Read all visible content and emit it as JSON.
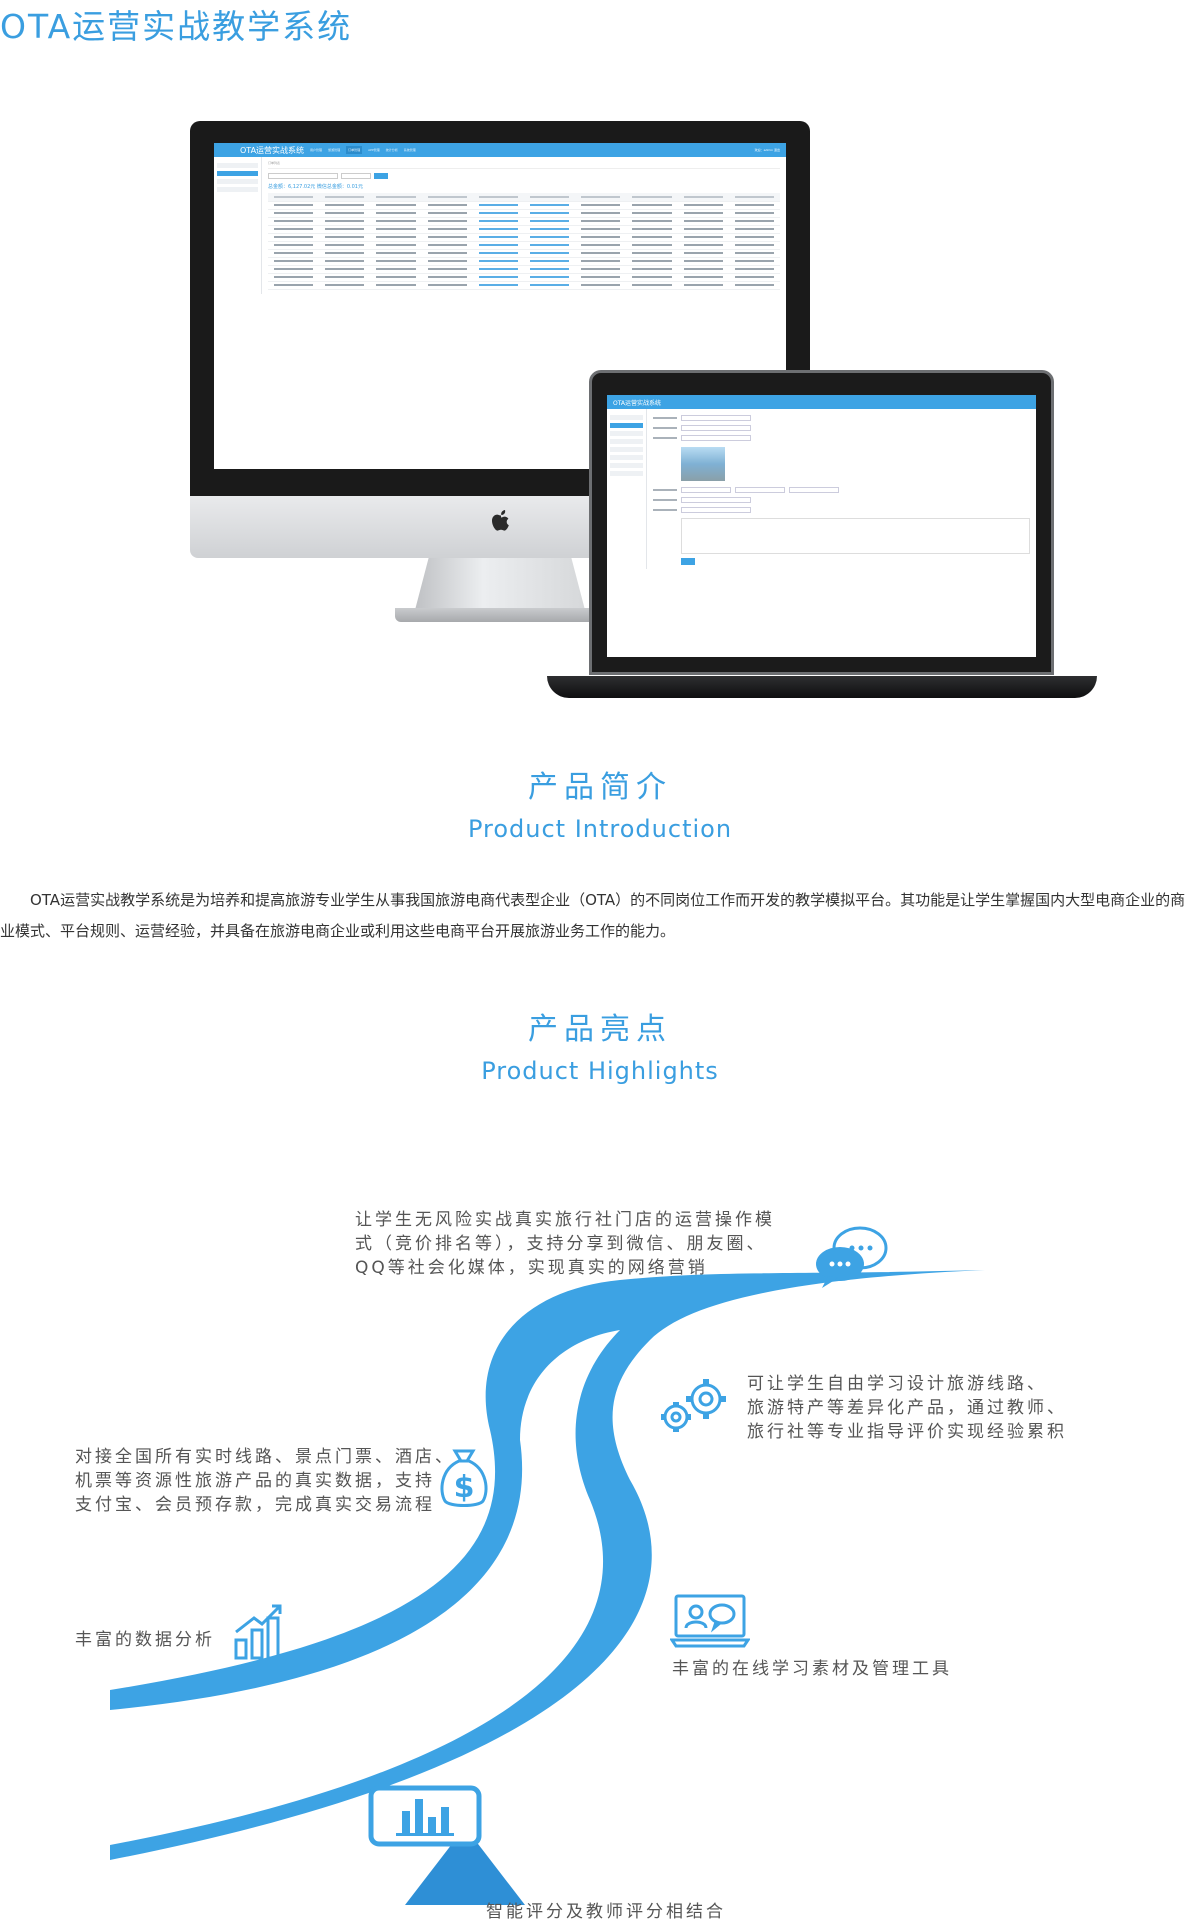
{
  "page": {
    "title": "OTA运营实战教学系统"
  },
  "imac_app": {
    "brand": "OTA运营实战系统",
    "nav": [
      "用户管理",
      "旅游管理",
      "订单管理",
      "APP管理",
      "统计分析",
      "系统管理"
    ],
    "user": "欢迎：admin 退出",
    "crumb": "订单列表",
    "amount": "总金额：6,127.02元 微信总金额：0.01元",
    "sidebar": [
      "订单管理",
      "订单列表",
      "退款管理"
    ]
  },
  "laptop_app": {
    "brand": "OTA运营实战系统",
    "submit": "提交"
  },
  "intro": {
    "title": "产品简介",
    "subtitle": "Product Introduction",
    "text": "OTA运营实战教学系统是为培养和提高旅游专业学生从事我国旅游电商代表型企业（OTA）的不同岗位工作而开发的教学模拟平台。其功能是让学生掌握国内大型电商企业的商业模式、平台规则、运营经验，并具备在旅游电商企业或利用这些电商平台开展旅游业务工作的能力。"
  },
  "highlights": {
    "title": "产品亮点",
    "subtitle": "Product Highlights",
    "items": [
      {
        "lines": [
          "让学生无风险实战真实旅行社门店的运营操作模",
          "式（竞价排名等），支持分享到微信、朋友圈、",
          "QQ等社会化媒体，实现真实的网络营销"
        ],
        "icon": "chat-bubbles-icon"
      },
      {
        "lines": [
          "可让学生自由学习设计旅游线路、",
          "旅游特产等差异化产品，通过教师、",
          "旅行社等专业指导评价实现经验累积"
        ],
        "icon": "gears-icon"
      },
      {
        "lines": [
          "对接全国所有实时线路、景点门票、酒店、",
          "机票等资源性旅游产品的真实数据，支持",
          "支付宝、会员预存款，完成真实交易流程"
        ],
        "icon": "money-bag-icon"
      },
      {
        "lines": [
          "丰富的数据分析"
        ],
        "icon": "bar-chart-icon"
      },
      {
        "lines": [
          "丰富的在线学习素材及管理工具"
        ],
        "icon": "online-learning-icon"
      },
      {
        "lines": [
          "智能评分及教师评分相结合"
        ],
        "icon": "score-chart-icon"
      }
    ]
  },
  "colors": {
    "accent": "#3a9ee0",
    "road": "#3da3e4"
  }
}
